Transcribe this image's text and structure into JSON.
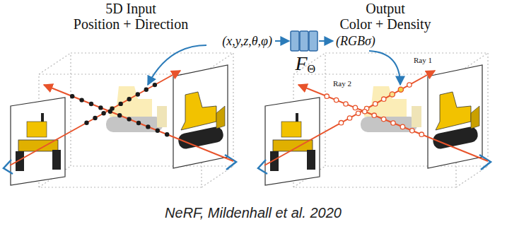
{
  "diagram": {
    "caption": "NeRF, Mildenhall et al. 2020",
    "nodes": [
      {
        "text": [
          "(x,y,z,θ,φ)"
        ]
      },
      {
        "text": [
          "F",
          "Θ"
        ]
      },
      {
        "text": [
          "(RGBσ)"
        ]
      }
    ],
    "edges": [
      {
        "from": 0,
        "to": 1,
        "arrow": "to"
      },
      {
        "from": 1,
        "to": 2,
        "arrow": "to"
      }
    ],
    "labels": [
      "5D Input",
      "Position + Direction",
      "Output",
      "Color + Density",
      "Ray 1",
      "Ray 2"
    ]
  }
}
